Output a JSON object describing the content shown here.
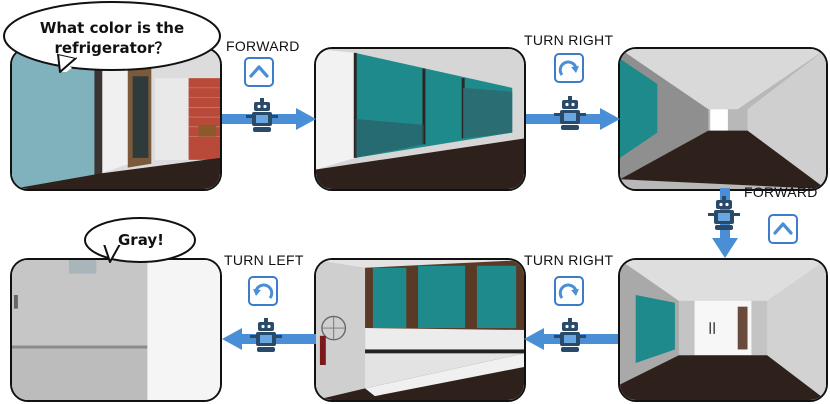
{
  "question": {
    "line1": "What color is the",
    "line2": "refrigerator？"
  },
  "answer": "Gray!",
  "actions": {
    "a1": "FORWARD",
    "a2": "TURN RIGHT",
    "a3": "FORWARD",
    "a4": "TURN RIGHT",
    "a5": "TURN LEFT"
  },
  "icons": {
    "forward": "chevron-up-icon",
    "turn_right": "turn-right-icon",
    "turn_left": "turn-left-icon",
    "robot": "robot-icon"
  },
  "colors": {
    "action_blue": "#4a8fd6",
    "icon_border": "#3d7cc9",
    "floor": "#2e211c",
    "wall_teal": "#7fb2bd",
    "window_teal": "#1f8a8c"
  }
}
